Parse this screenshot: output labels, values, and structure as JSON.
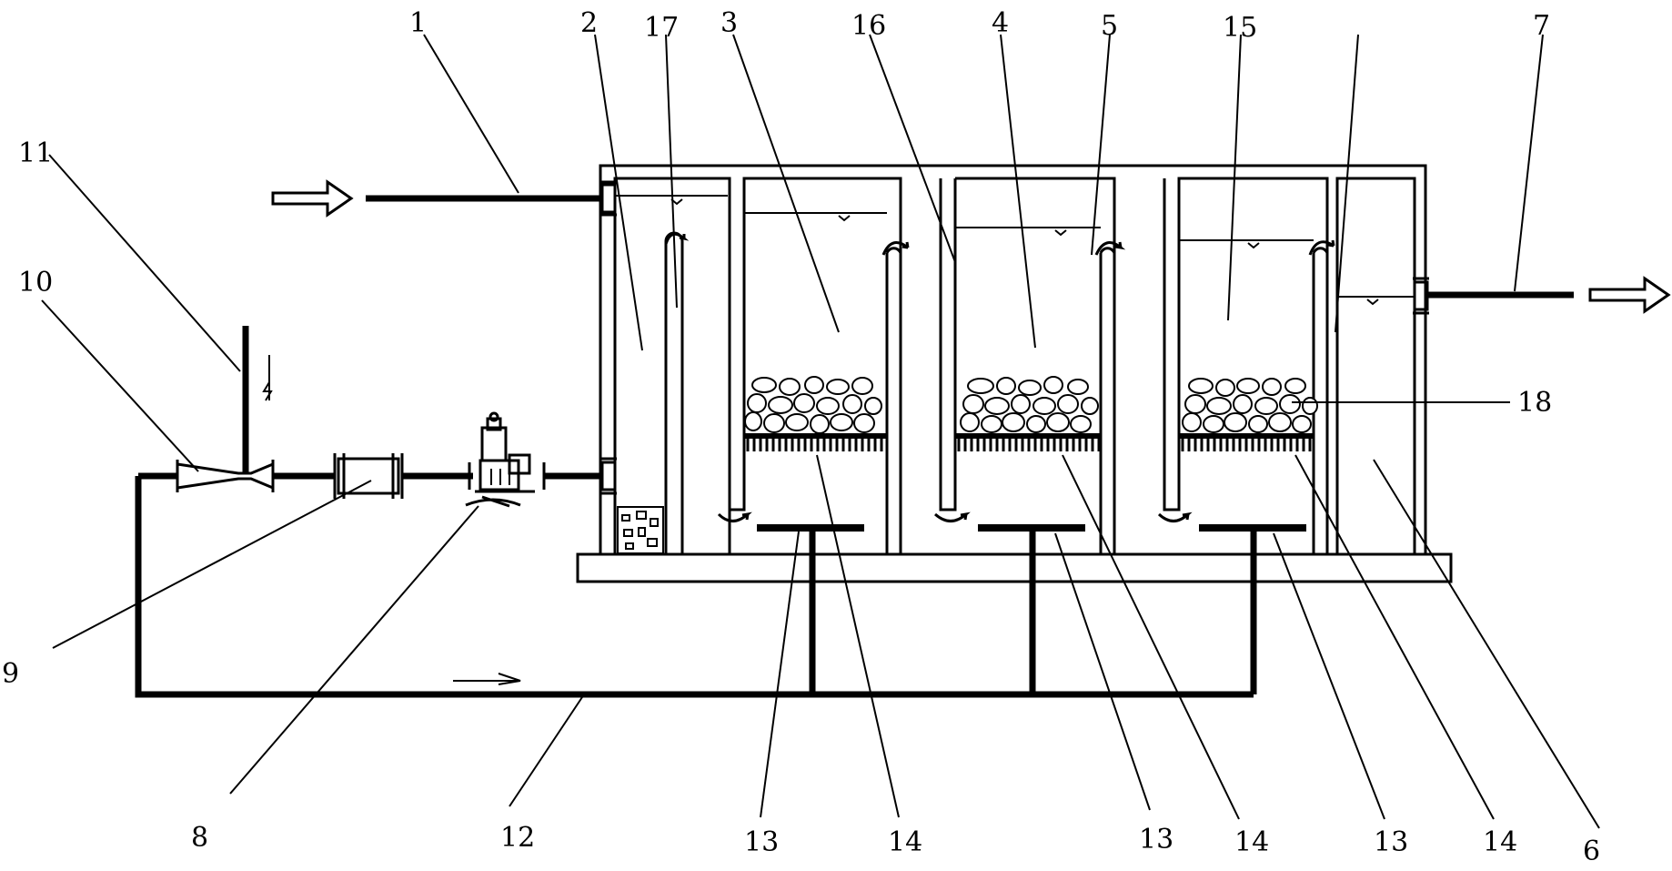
{
  "diagram": {
    "labels": {
      "n1": "1",
      "n2": "2",
      "n3": "3",
      "n4": "4",
      "n5": "5",
      "n6": "6",
      "n7": "7",
      "n8": "8",
      "n9": "9",
      "n10": "10",
      "n11": "11",
      "n12": "12",
      "n13a": "13",
      "n13b": "13",
      "n13c": "13",
      "n14a": "14",
      "n14b": "14",
      "n14c": "14",
      "n15": "15",
      "n16": "16",
      "n17": "17",
      "n18": "18"
    },
    "icons": {
      "inlet_arrow": "hollow-right-arrow",
      "outlet_arrow": "hollow-right-arrow",
      "flow_arrow": "flow-direction-arrow",
      "overflow_arrows": "curved-overflow-arrow"
    },
    "colors": {
      "line": "#000000",
      "background": "#ffffff"
    }
  }
}
